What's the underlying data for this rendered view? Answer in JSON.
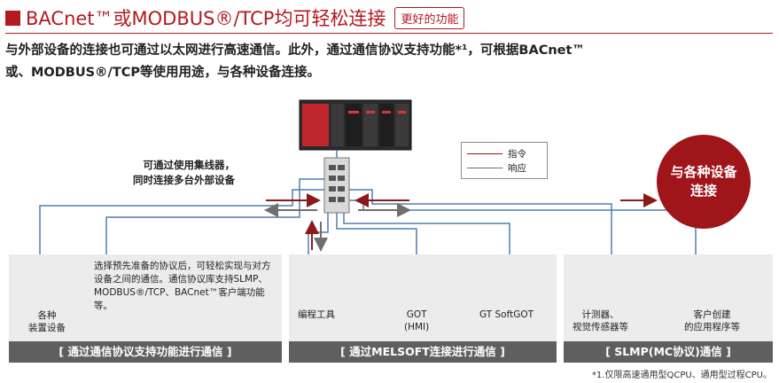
{
  "title": {
    "text": "BACnet™或MODBUS®/TCP均可轻松连接",
    "badge": "更好的功能"
  },
  "intro": {
    "line1": "与外部设备的连接也可通过以太网进行高速通信。此外，通过通信协议支持功能*¹，可根据BACnet™",
    "line2": "或、MODBUS®/TCP等使用用途，与各种设备连接。"
  },
  "legend": {
    "command": "指令",
    "response": "响应"
  },
  "colors": {
    "accent": "#b3191f",
    "circle": "#a01519",
    "command": "#8b1a1a",
    "response": "#6f6f6f",
    "bus": "#4f7eb1"
  },
  "hub_note": {
    "line1": "可通过使用集线器，",
    "line2": "同时连接多台外部设备"
  },
  "circle": {
    "line1": "与各种设备",
    "line2": "连接"
  },
  "panel_left": {
    "device_label1": "各种",
    "device_label2": "装置设备",
    "description": "选择预先准备的协议后，可轻松实现与对方设备之间的通信。通信协议库支持SLMP、MODBUS®/TCP、BACnet™客户端功能等。",
    "footer": "[ 通过通信协议支持功能进行通信 ]"
  },
  "panel_middle": {
    "laptop": "编程工具",
    "got1": "GOT",
    "got2": "(HMI)",
    "softgot": "GT SoftGOT",
    "footer": "[ 通过MELSOFT连接进行通信 ]"
  },
  "panel_right": {
    "meter1": "计测器、",
    "meter2": "视觉传感器等",
    "client1": "客户创建",
    "client2": "的应用程序等",
    "footer": "[ SLMP(MC协议)通信 ]"
  },
  "footnote": "*1.仅限高速通用型QCPU、通用型过程CPU。"
}
